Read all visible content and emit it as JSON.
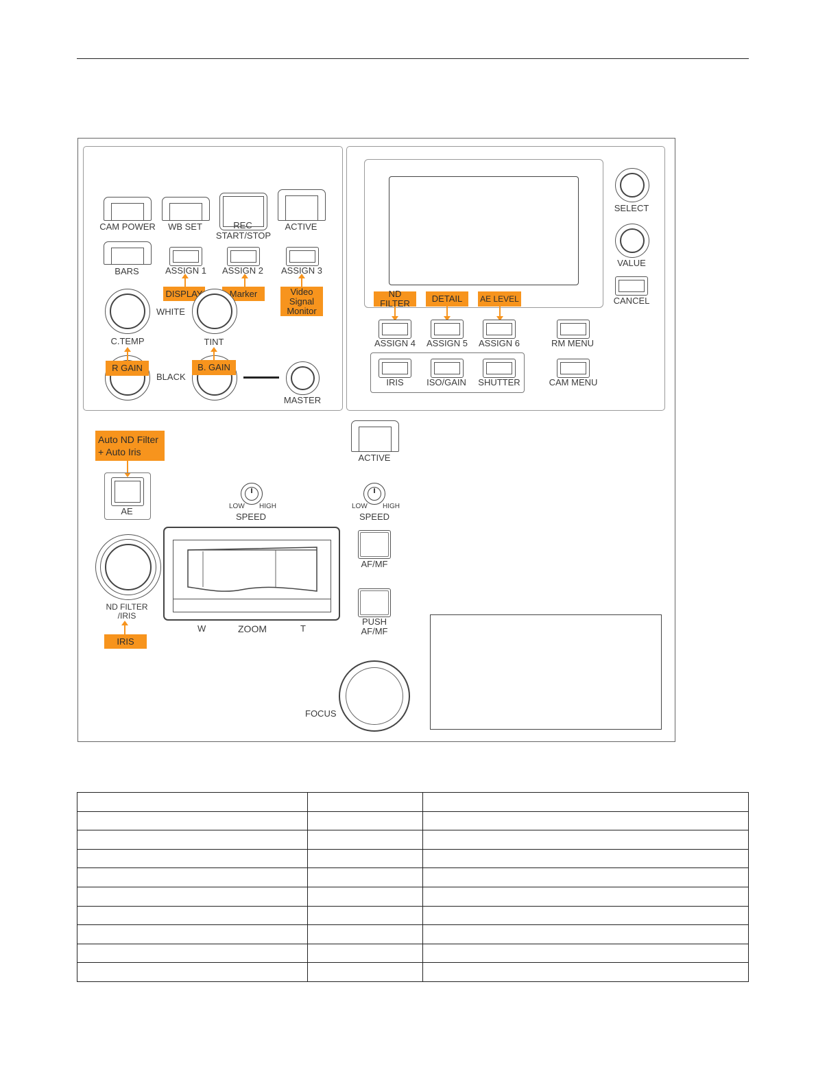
{
  "top_panel": {
    "cam_power": "CAM POWER",
    "wb_set": "WB SET",
    "rec": "REC",
    "start_stop": "START/STOP",
    "active": "ACTIVE",
    "bars": "BARS",
    "assign1": "ASSIGN 1",
    "assign2": "ASSIGN 2",
    "assign3": "ASSIGN 3",
    "tag_display": "DISPLAY",
    "tag_marker": "Marker",
    "tag_vsm": "Video Signal Monitor",
    "white": "WHITE",
    "ctemp": "C.TEMP",
    "tint": "TINT",
    "tag_rgain": "R GAIN",
    "tag_bgain": "B. GAIN",
    "black": "BLACK",
    "master": "MASTER"
  },
  "menu_panel": {
    "select": "SELECT",
    "value": "VALUE",
    "cancel": "CANCEL",
    "tag_nd_filter": "ND FILTER",
    "tag_detail": "DETAIL",
    "tag_ae_level": "AE LEVEL",
    "assign4": "ASSIGN 4",
    "assign5": "ASSIGN 5",
    "assign6": "ASSIGN 6",
    "rm_menu": "RM MENU",
    "iris": "IRIS",
    "iso_gain": "ISO/GAIN",
    "shutter": "SHUTTER",
    "cam_menu": "CAM MENU"
  },
  "lens_panel": {
    "tag_auto_nd": "Auto ND Filter + Auto Iris",
    "ae": "AE",
    "nd_filter_iris": "ND FILTER /IRIS",
    "tag_iris": "IRIS",
    "speed_low": "LOW",
    "speed_high": "HIGH",
    "speed": "SPEED",
    "zoom_w": "W",
    "zoom": "ZOOM",
    "zoom_t": "T",
    "active": "ACTIVE",
    "af_mf": "AF/MF",
    "push_af_mf": "PUSH AF/MF",
    "focus": "FOCUS"
  },
  "colors": {
    "accent": "#f7941d",
    "line": "#555555"
  }
}
